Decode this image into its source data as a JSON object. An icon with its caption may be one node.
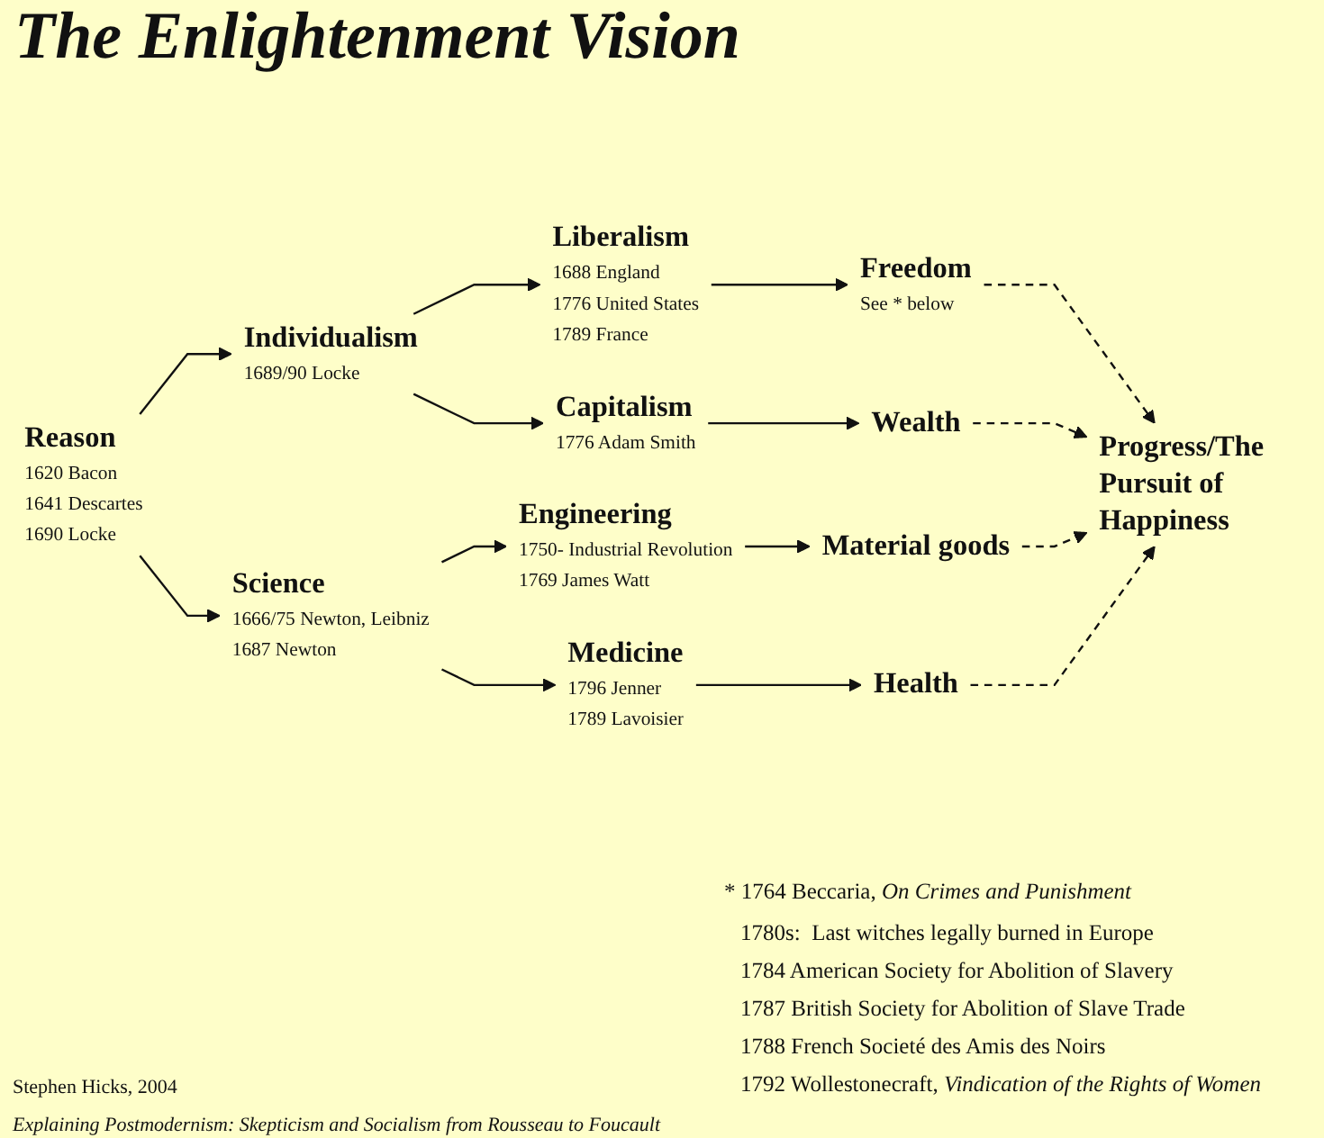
{
  "diagram": {
    "title": "The Enlightenment Vision",
    "nodes": [
      {
        "text": [
          "Reason",
          "1620 Bacon",
          "1641 Descartes",
          "1690 Locke"
        ]
      },
      {
        "text": [
          "Individualism",
          "1689/90 Locke"
        ]
      },
      {
        "text": [
          "Liberalism",
          "1688 England",
          "1776 United States",
          "1789 France"
        ]
      },
      {
        "text": [
          "Freedom",
          "See * below"
        ]
      },
      {
        "text": [
          "Capitalism",
          "1776 Adam Smith"
        ]
      },
      {
        "text": [
          "Wealth"
        ]
      },
      {
        "text": [
          "Science",
          "1666/75 Newton, Leibniz",
          "1687 Newton"
        ]
      },
      {
        "text": [
          "Engineering",
          "1750- Industrial Revolution",
          "1769 James Watt"
        ]
      },
      {
        "text": [
          "Material goods"
        ]
      },
      {
        "text": [
          "Medicine",
          "1796 Jenner",
          "1789 Lavoisier"
        ]
      },
      {
        "text": [
          "Health"
        ]
      },
      {
        "text": [
          "Progress/The Pursuit of Happiness"
        ]
      }
    ],
    "edges": [
      {
        "from": 0,
        "to": 1,
        "arrow": "to"
      },
      {
        "from": 0,
        "to": 6,
        "arrow": "to"
      },
      {
        "from": 1,
        "to": 2,
        "arrow": "to"
      },
      {
        "from": 1,
        "to": 4,
        "arrow": "to"
      },
      {
        "from": 2,
        "to": 3,
        "arrow": "to"
      },
      {
        "from": 4,
        "to": 5,
        "arrow": "to"
      },
      {
        "from": 6,
        "to": 7,
        "arrow": "to"
      },
      {
        "from": 6,
        "to": 9,
        "arrow": "to"
      },
      {
        "from": 7,
        "to": 8,
        "arrow": "to"
      },
      {
        "from": 9,
        "to": 10,
        "arrow": "to"
      },
      {
        "from": 3,
        "to": 11,
        "arrow": "to",
        "style": "dashed"
      },
      {
        "from": 5,
        "to": 11,
        "arrow": "to",
        "style": "dashed"
      },
      {
        "from": 8,
        "to": 11,
        "arrow": "to",
        "style": "dashed"
      },
      {
        "from": 10,
        "to": 11,
        "arrow": "to",
        "style": "dashed"
      }
    ],
    "labels": [
      "* 1764 Beccaria, *On Crimes and Punishment*",
      "1780s:  Last witches legally burned in Europe",
      "1784 American Society for Abolition of Slavery",
      "1787 British Society for Abolition of Slave Trade",
      "1788 French Societé des Amis des Noirs",
      "1792 Wollestonecraft, *Vindication of the Rights of Women*",
      "Stephen Hicks, 2004",
      "Explaining Postmodernism: Skepticism and Socialism from Rousseau to Foucault"
    ]
  }
}
